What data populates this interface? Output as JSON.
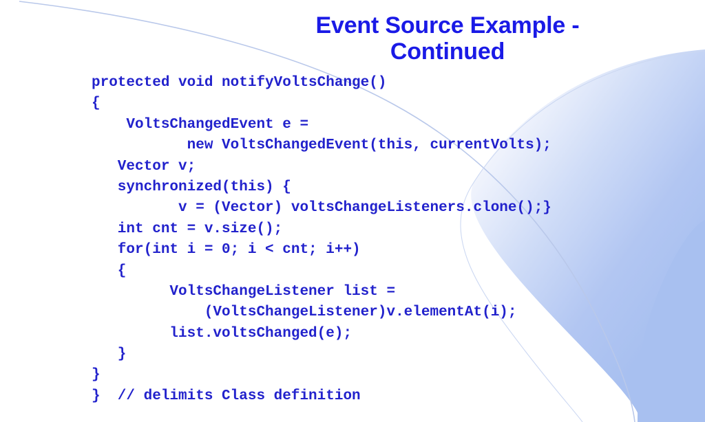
{
  "slide": {
    "title": {
      "line1": "Event Source Example -",
      "line2": "Continued",
      "full": "Event Source Example - Continued",
      "color": "#1a1ae6"
    },
    "code": {
      "language": "java",
      "color": "#2222cc",
      "lines": [
        "protected void notifyVoltsChange()",
        "{",
        "    VoltsChangedEvent e =",
        "           new VoltsChangedEvent(this, currentVolts);",
        "   Vector v;",
        "   synchronized(this) {",
        "          v = (Vector) voltsChangeListeners.clone();}",
        "   int cnt = v.size();",
        "   for(int i = 0; i < cnt; i++)",
        "   {",
        "         VoltsChangeListener list =",
        "             (VoltsChangeListener)v.elementAt(i);",
        "         list.voltsChanged(e);",
        "   }",
        "}",
        "}  // delimits Class definition"
      ]
    },
    "decoration": {
      "name": "blue-arc-wedge",
      "thin_arc_color": "#b9c8ea",
      "wedge_fill_start": "#ffffff",
      "wedge_fill_end": "#a8c0f0",
      "background_color": "#ffffff"
    }
  }
}
